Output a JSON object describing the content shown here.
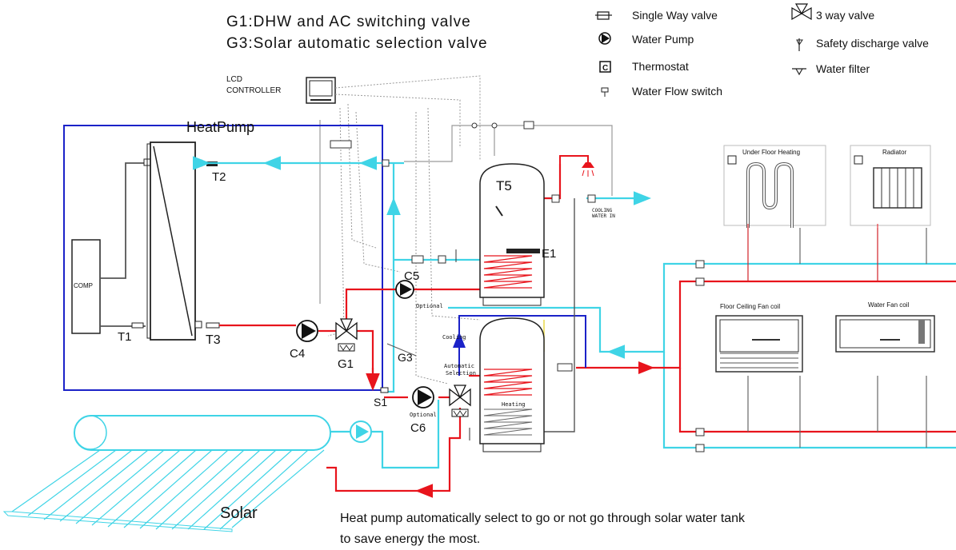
{
  "colors": {
    "hot": "#e8141c",
    "cold": "#3fd4e6",
    "frame": "#1b22c8",
    "grey": "#8c8c8c",
    "dark": "#222222",
    "yellow": "#e8d84a"
  },
  "header": {
    "line1": "G1:DHW and AC switching valve",
    "line2": "G3:Solar automatic selection valve"
  },
  "legend": {
    "single_way": "Single Way valve",
    "pump": "Water Pump",
    "thermostat": "Thermostat",
    "flow_switch": "Water Flow switch",
    "three_way": "3 way valve",
    "safety": "Safety discharge valve",
    "filter": "Water filter"
  },
  "labels": {
    "lcd_1": "LCD",
    "lcd_2": "CONTROLLER",
    "heatpump": "HeatPump",
    "comp": "COMP",
    "t1": "T1",
    "t2": "T2",
    "t3": "T3",
    "t5": "T5",
    "e1": "E1",
    "c4": "C4",
    "c5": "C5",
    "c6": "C6",
    "g1": "G1",
    "g3": "G3",
    "s1": "S1",
    "optional_1": "Optional",
    "optional_2": "Optional",
    "cooling": "Cooling",
    "auto_1": "Automatic",
    "auto_2": "Selection",
    "heating": "Heating",
    "cooling_water_1": "COOLING",
    "cooling_water_2": "WATER IN",
    "ufh": "Under Floor Heating",
    "radiator": "Radiator",
    "floor_ceiling": "Floor Ceiling Fan coil",
    "water_fan": "Water Fan coil",
    "solar": "Solar",
    "footer_1": "Heat pump automatically select to go or not go through solar water tank",
    "footer_2": "to save energy the most."
  }
}
